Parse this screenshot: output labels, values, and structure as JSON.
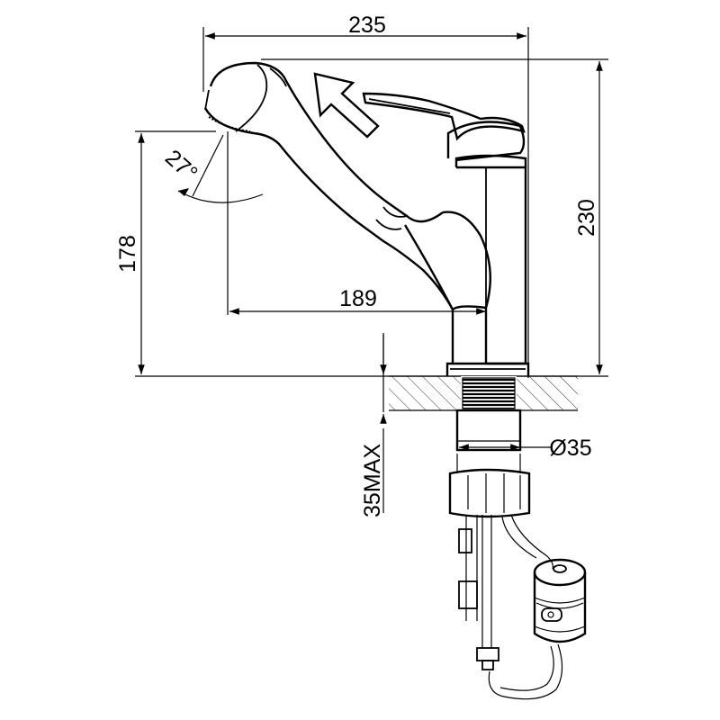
{
  "dimensions": {
    "width": "235",
    "height": "230",
    "spout_height": "178",
    "spout_reach": "189",
    "angle": "27°",
    "diameter": "Ø35",
    "max_thickness": "35MAX"
  },
  "colors": {
    "line": "#000000",
    "background": "#ffffff"
  },
  "icons": {
    "direction_arrow": "pull-out-arrow-icon"
  }
}
